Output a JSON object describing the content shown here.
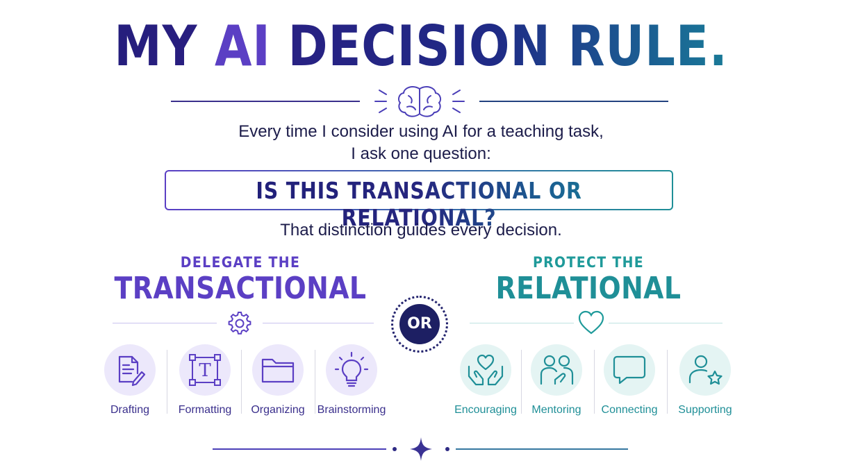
{
  "title": {
    "part1": "MY ",
    "ai": "AI",
    "part2": " DECISION RULE."
  },
  "intro": {
    "line1": "Every time I consider using AI for a teaching task,",
    "line2": "I ask one question:"
  },
  "question": "IS THIS TRANSACTIONAL OR RELATIONAL?",
  "subtitle": "That distinction guides every decision.",
  "left": {
    "small_heading": "DELEGATE THE",
    "big_heading": "TRANSACTIONAL",
    "icon": "gear-icon",
    "items": [
      {
        "label": "Drafting",
        "icon": "document-pen-icon"
      },
      {
        "label": "Formatting",
        "icon": "text-format-icon"
      },
      {
        "label": "Organizing",
        "icon": "folder-icon"
      },
      {
        "label": "Brainstorming",
        "icon": "lightbulb-icon"
      }
    ]
  },
  "divider_label": "OR",
  "right": {
    "small_heading": "PROTECT THE",
    "big_heading": "RELATIONAL",
    "icon": "heart-icon",
    "items": [
      {
        "label": "Encouraging",
        "icon": "hands-heart-icon"
      },
      {
        "label": "Mentoring",
        "icon": "people-icon"
      },
      {
        "label": "Connecting",
        "icon": "chat-bubble-icon"
      },
      {
        "label": "Supporting",
        "icon": "person-star-icon"
      }
    ]
  },
  "colors": {
    "purple": "#5b3fc4",
    "navy": "#1f1d77",
    "teal": "#1f8f97"
  }
}
